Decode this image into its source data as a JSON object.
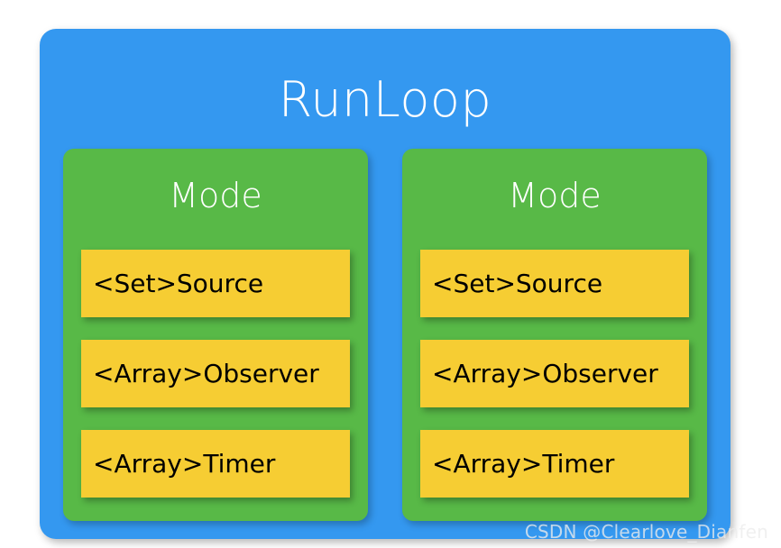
{
  "diagram": {
    "title": "RunLoop",
    "colors": {
      "outer_container": "#3498f0",
      "mode_box": "#58b947",
      "item_box": "#f6cd33",
      "title_text": "#ffffff",
      "item_text": "#000000",
      "page_background": "#ffffff"
    },
    "modes": [
      {
        "title": "Mode",
        "items": [
          {
            "label": "<Set>Source"
          },
          {
            "label": "<Array>Observer"
          },
          {
            "label": "<Array>Timer"
          }
        ]
      },
      {
        "title": "Mode",
        "items": [
          {
            "label": "<Set>Source"
          },
          {
            "label": "<Array>Observer"
          },
          {
            "label": "<Array>Timer"
          }
        ]
      }
    ]
  },
  "watermark": {
    "text": "CSDN @Clearlove_Dianfen"
  }
}
